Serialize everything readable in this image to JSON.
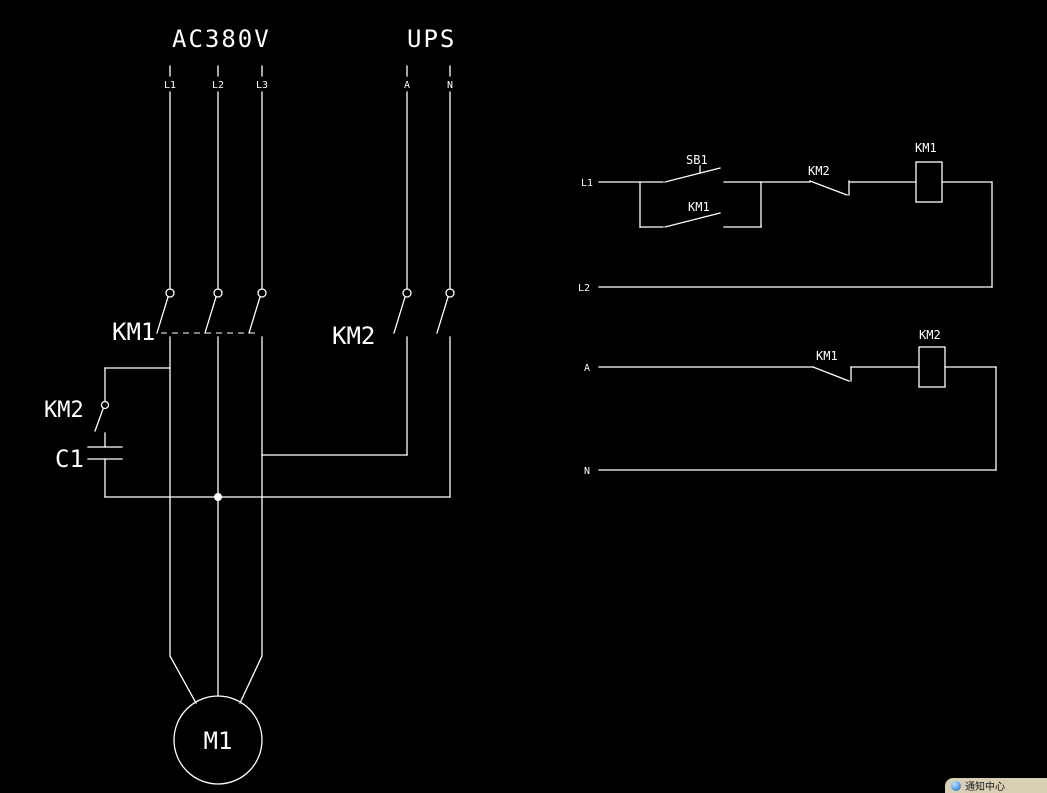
{
  "colors": {
    "background": "#000000",
    "line": "#ffffff",
    "watermark_bg": "#d8cfb4",
    "watermark_icon": "#2b6fd4"
  },
  "main_circuit": {
    "ac_source": {
      "title": "AC380V",
      "phases": [
        "L1",
        "L2",
        "L3"
      ]
    },
    "ups_source": {
      "title": "UPS",
      "phases": [
        "A",
        "N"
      ]
    },
    "km1_label": "KM1",
    "km2_label": "KM2",
    "cap_switch_label": "KM2",
    "capacitor_label": "C1",
    "motor_label": "M1"
  },
  "control_top": {
    "rail_top": "L1",
    "rail_bottom": "L2",
    "button_label": "SB1",
    "aux_contact_label": "KM1",
    "interlock_label": "KM2",
    "coil_label": "KM1"
  },
  "control_bottom": {
    "rail_top": "A",
    "rail_bottom": "N",
    "interlock_label": "KM1",
    "coil_label": "KM2"
  },
  "watermark": {
    "text": "通知中心"
  }
}
